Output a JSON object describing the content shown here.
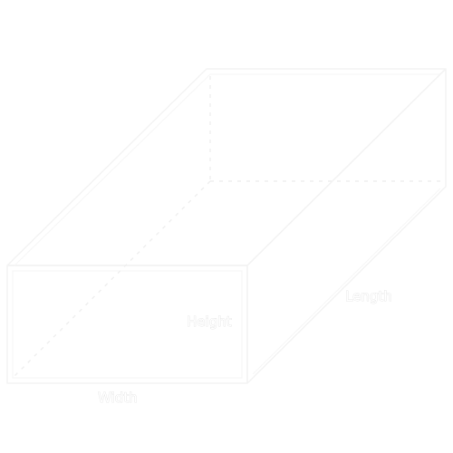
{
  "diagram": {
    "labels": {
      "width": "Width",
      "height": "Height",
      "length": "Length"
    },
    "colors": {
      "background": "#ffffff",
      "line": "#f0f0f0",
      "text_outline": "#e3e3e3"
    }
  }
}
